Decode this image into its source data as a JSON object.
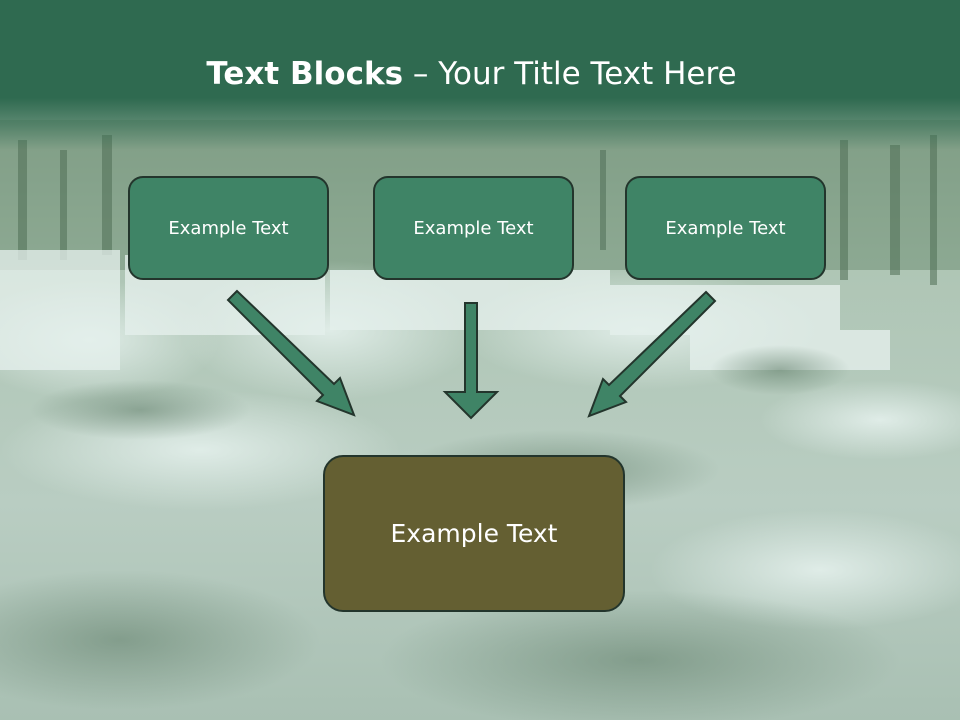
{
  "title": {
    "bold_part": "Text Blocks",
    "separator": " – ",
    "regular_part": "Your Title Text Here"
  },
  "boxes": {
    "left": "Example Text",
    "middle": "Example Text",
    "right": "Example Text",
    "bottom": "Example Text"
  },
  "colors": {
    "header": "#2f6a50",
    "top_box_fill": "#3f8466",
    "bottom_box_fill": "#645f32",
    "arrow_fill": "#3f8466",
    "outline": "#23352c"
  },
  "background": {
    "scene": "forest-waterfall-photo"
  }
}
